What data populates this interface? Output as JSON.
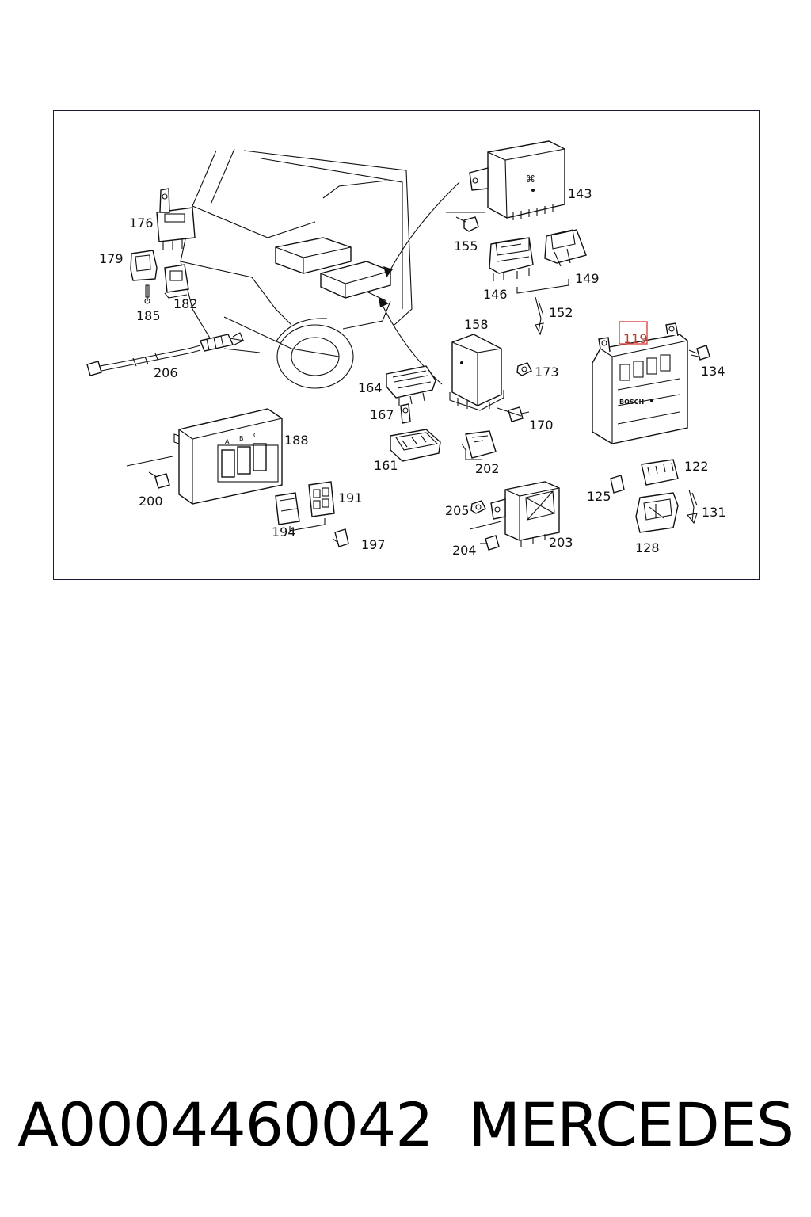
{
  "diagram": {
    "callouts": {
      "c176": "176",
      "c179": "179",
      "c182": "182",
      "c185": "185",
      "c206": "206",
      "c143": "143",
      "c155": "155",
      "c146": "146",
      "c149": "149",
      "c152": "152",
      "c158": "158",
      "c173": "173",
      "c164": "164",
      "c167": "167",
      "c170": "170",
      "c161": "161",
      "c202": "202",
      "c119": "119",
      "c134": "134",
      "c122": "122",
      "c125": "125",
      "c131": "131",
      "c128": "128",
      "c188": "188",
      "c200": "200",
      "c191": "191",
      "c194": "194",
      "c197": "197",
      "c205": "205",
      "c203": "203",
      "c204": "204"
    },
    "highlight_color": "#e05050",
    "connector_letters": [
      "A",
      "B",
      "C"
    ],
    "module_brand": "BOSCH"
  },
  "footer": {
    "part_number": "A0004460042",
    "brand": "MERCEDES"
  }
}
